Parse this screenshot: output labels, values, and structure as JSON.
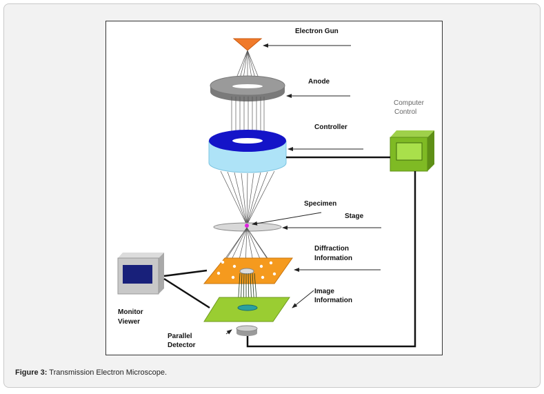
{
  "labels": {
    "electron_gun": "Electron Gun",
    "anode": "Anode",
    "controller": "Controller",
    "computer_control_1": "Computer",
    "computer_control_2": "Control",
    "specimen": "Specimen",
    "stage": "Stage",
    "diffraction_1": "Diffraction",
    "diffraction_2": "Information",
    "image_1": "Image",
    "image_2": "Information",
    "monitor_1": "Monitor",
    "monitor_2": "Viewer",
    "detector_1": "Parallel",
    "detector_2": "Detector"
  },
  "caption": {
    "prefix": "Figure 3:",
    "text": " Transmission Electron Microscope."
  },
  "colors": {
    "gun": "#f07a2a",
    "anode": "#8c8c8c",
    "controller_top": "#1414c8",
    "controller_side": "#aee3f7",
    "computer": "#7fba24",
    "monitor_screen": "#18207a",
    "diffraction_plate": "#f59a1e",
    "image_plate": "#9acd32",
    "specimen": "#e020e0"
  }
}
